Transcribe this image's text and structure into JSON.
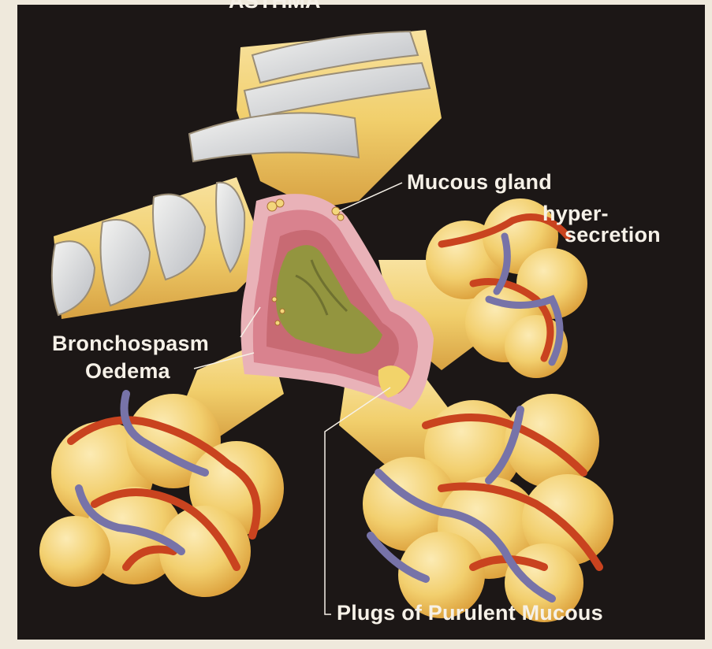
{
  "heading": "ASTHMA",
  "labels": {
    "mucous_gland": "Mucous gland",
    "hyper": "hyper-",
    "secretion": "secretion",
    "bronchospasm": "Bronchospasm",
    "oedema": "Oedema",
    "plugs": "Plugs of Purulent Mucous"
  },
  "colors": {
    "background": "#1c1716",
    "frame": "#efe9dc",
    "airway": "#f1cf6c",
    "cartilage": "#d8d9db",
    "mucosa": "#d9828e",
    "mucus": "#93953f",
    "artery": "#c9431f",
    "vein": "#7773a8",
    "label": "#f6f1e8"
  }
}
